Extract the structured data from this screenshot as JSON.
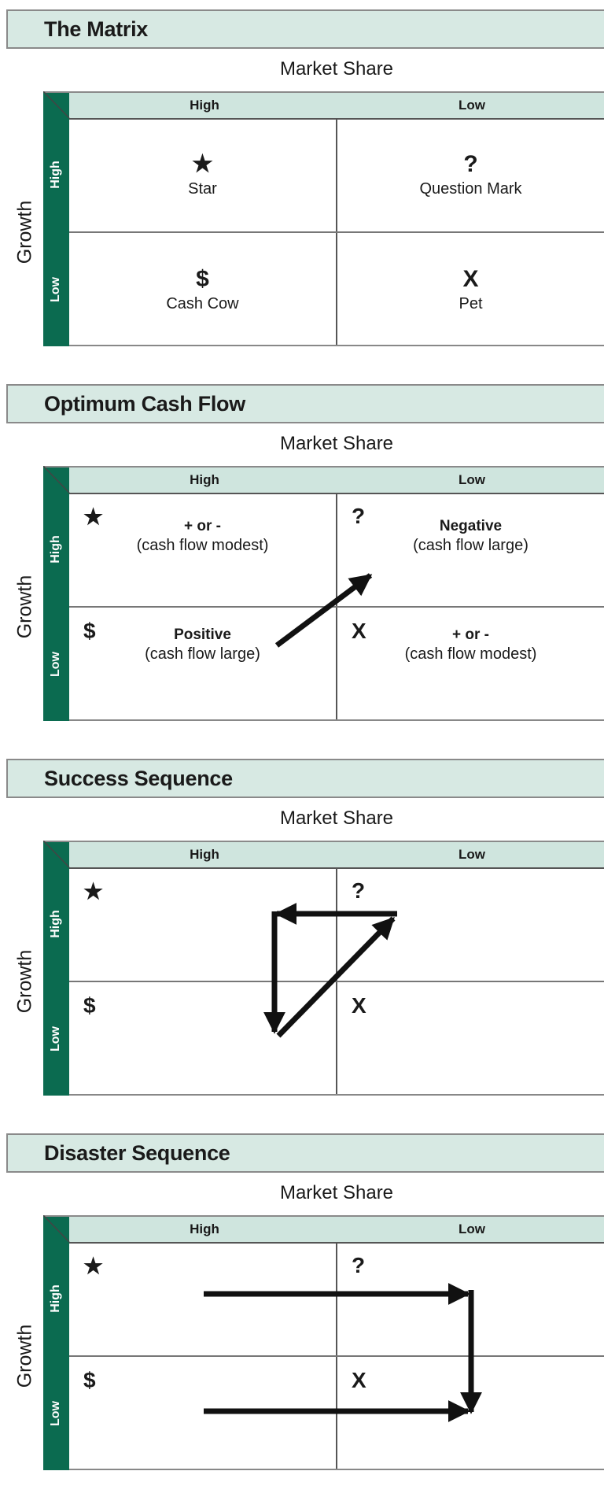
{
  "axis": {
    "market_share": "Market Share",
    "growth": "Growth",
    "high": "High",
    "low": "Low"
  },
  "symbols": {
    "star": "★",
    "question": "?",
    "cash": "$",
    "pet": "X"
  },
  "colors": {
    "green": "#0b6b50",
    "header": "#cfe5de",
    "title_bg": "#d7e9e3"
  },
  "panels": [
    {
      "title": "The Matrix",
      "cells": {
        "star": "Star",
        "question": "Question Mark",
        "cash": "Cash Cow",
        "pet": "Pet"
      }
    },
    {
      "title": "Optimum Cash Flow",
      "cells": {
        "star": {
          "main": "+ or -",
          "sub": "(cash flow modest)"
        },
        "question": {
          "main": "Negative",
          "sub": "(cash flow large)"
        },
        "cash": {
          "main": "Positive",
          "sub": "(cash flow large)"
        },
        "pet": {
          "main": "+ or -",
          "sub": "(cash flow modest)"
        }
      }
    },
    {
      "title": "Success Sequence"
    },
    {
      "title": "Disaster Sequence"
    }
  ]
}
